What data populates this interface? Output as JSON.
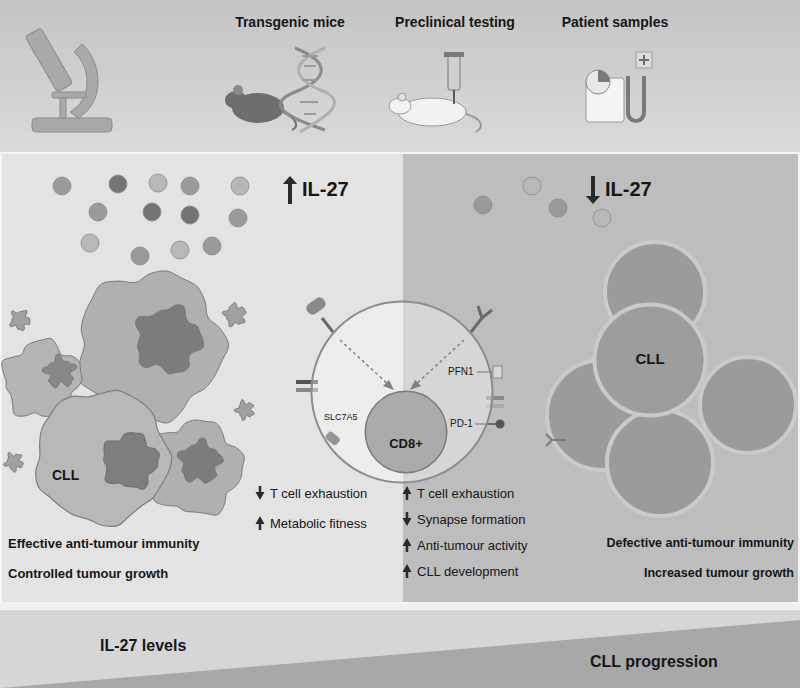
{
  "diagram": {
    "nodes": [
      {
        "text": [
          "CLL"
        ]
      },
      {
        "text": [
          "SLC7A5",
          "PFN1",
          "PD-1"
        ]
      },
      {
        "text": [
          "CD8+"
        ],
        "in": 1
      },
      {
        "text": [
          "CLL"
        ]
      }
    ],
    "labels": [
      "Transgenic mice",
      "Preclinical testing",
      "Patient samples",
      "IL-27",
      "T cell exhaustion",
      "Metabolic fitness",
      "Effective anti-tumour immunity",
      "Controlled tumour growth",
      "IL-27",
      "T cell exhaustion",
      "Synapse formation",
      "Anti-tumour activity",
      "CLL development",
      "Defective anti-tumour immunity",
      "Increased tumour growth",
      "IL-27 levels",
      "CLL progression"
    ]
  }
}
